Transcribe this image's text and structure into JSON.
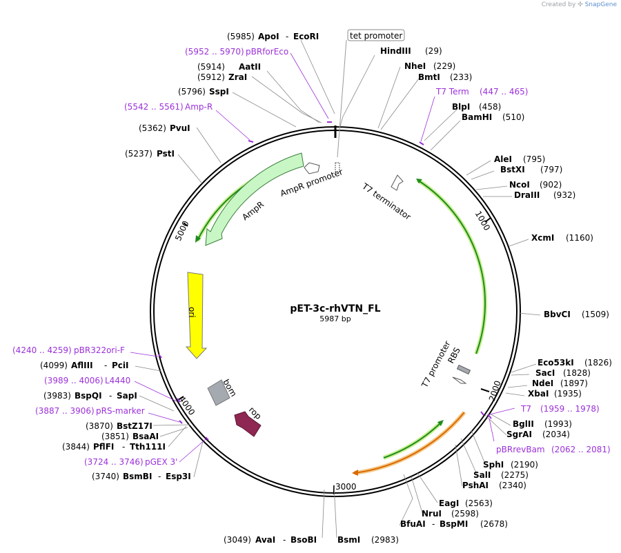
{
  "credit": {
    "prefix": "Created by",
    "brand": "SnapGene"
  },
  "plasmid": {
    "name": "pET-3c-rhVTN_FL",
    "size": "5987 bp"
  },
  "ticks": [
    "1000",
    "2000",
    "3000",
    "4000",
    "5000"
  ],
  "features": {
    "tet_promoter": "tet promoter",
    "ampr_promoter": "AmpR promoter",
    "ampr": "AmpR",
    "t7_terminator": "T7 terminator",
    "ori": "ori",
    "bom": "bom",
    "rop": "rop",
    "t7_promoter": "T7 promoter",
    "rbs": "RBS"
  },
  "sites": [
    {
      "pos": "(5985)",
      "name": "ApoI",
      "sep": "-",
      "name2": "EcoRI"
    },
    {
      "pos": "(5914)",
      "name": "AatII"
    },
    {
      "pos": "(5912)",
      "name": "ZraI"
    },
    {
      "pos": "(5796)",
      "name": "SspI"
    },
    {
      "pos": "(5362)",
      "name": "PvuI"
    },
    {
      "pos": "(5237)",
      "name": "PstI"
    },
    {
      "pos": "(29)",
      "name": "HindIII"
    },
    {
      "pos": "(229)",
      "name": "NheI"
    },
    {
      "pos": "(233)",
      "name": "BmtI"
    },
    {
      "pos": "(458)",
      "name": "BlpI"
    },
    {
      "pos": "(510)",
      "name": "BamHI"
    },
    {
      "pos": "(795)",
      "name": "AleI"
    },
    {
      "pos": "(797)",
      "name": "BstXI"
    },
    {
      "pos": "(902)",
      "name": "NcoI"
    },
    {
      "pos": "(932)",
      "name": "DraIII"
    },
    {
      "pos": "(1160)",
      "name": "XcmI"
    },
    {
      "pos": "(1509)",
      "name": "BbvCI"
    },
    {
      "pos": "(1826)",
      "name": "Eco53kI"
    },
    {
      "pos": "(1828)",
      "name": "SacI"
    },
    {
      "pos": "(1897)",
      "name": "NdeI"
    },
    {
      "pos": "(1935)",
      "name": "XbaI"
    },
    {
      "pos": "(1993)",
      "name": "BglII"
    },
    {
      "pos": "(2034)",
      "name": "SgrAI"
    },
    {
      "pos": "(2190)",
      "name": "SphI"
    },
    {
      "pos": "(2275)",
      "name": "SalI"
    },
    {
      "pos": "(2340)",
      "name": "PshAI"
    },
    {
      "pos": "(2563)",
      "name": "EagI"
    },
    {
      "pos": "(2598)",
      "name": "NruI"
    },
    {
      "pos": "(2678)",
      "name": "BfuAI",
      "sep": "-",
      "name2": "BspMI"
    },
    {
      "pos": "(2983)",
      "name": "BsmI"
    },
    {
      "pos": "(3049)",
      "name": "AvaI",
      "sep": "-",
      "name2": "BsoBI"
    },
    {
      "pos": "(3740)",
      "name": "BsmBI",
      "sep": "-",
      "name2": "Esp3I"
    },
    {
      "pos": "(3844)",
      "name": "PflFI",
      "sep": "-",
      "name2": "Tth111I"
    },
    {
      "pos": "(3851)",
      "name": "BsaAI"
    },
    {
      "pos": "(3870)",
      "name": "BstZ17I"
    },
    {
      "pos": "(3983)",
      "name": "BspQI",
      "sep": "-",
      "name2": "SapI"
    },
    {
      "pos": "(4099)",
      "name": "AflIII",
      "sep": "-",
      "name2": "PciI"
    }
  ],
  "primers": [
    {
      "range": "(5952 .. 5970)",
      "name": "pBRforEco"
    },
    {
      "range": "(5542 .. 5561)",
      "name": "Amp-R"
    },
    {
      "range": "(447 .. 465)",
      "name": "T7 Term"
    },
    {
      "range": "(1959 .. 1978)",
      "name": "T7"
    },
    {
      "range": "(2062 .. 2081)",
      "name": "pBRrevBam"
    },
    {
      "range": "(3724 .. 3746)",
      "name": "pGEX 3'"
    },
    {
      "range": "(3887 .. 3906)",
      "name": "pRS-marker"
    },
    {
      "range": "(3989 .. 4006)",
      "name": "L4440"
    },
    {
      "range": "(4240 .. 4259)",
      "name": "pBR322ori-F"
    }
  ],
  "colors": {
    "backbone": "#000000",
    "primer": "#9b30d9",
    "ampr_fill": "#c8f7c5",
    "ori_fill": "#ffff00",
    "bom_fill": "#a5aab0",
    "rop_fill": "#8e2752",
    "orf_line": "#1f8a1f",
    "orf_glow": "#c7f08e",
    "orf2_line": "#d86a00",
    "orf2_glow": "#f5c98a",
    "primer_text": "#9b30d9"
  }
}
